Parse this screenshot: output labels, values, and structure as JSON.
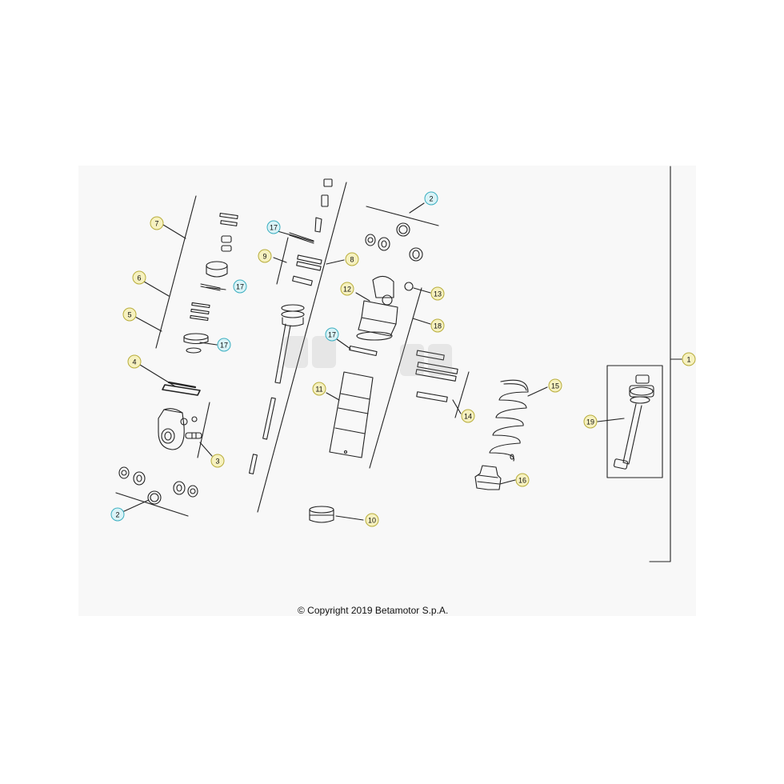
{
  "copyright": "© Copyright 2019 Betamotor S.p.A.",
  "colors": {
    "callout_yellow": "#f6f1bf",
    "callout_yellow_stroke": "#b8ad3a",
    "callout_cyan": "#d9f3f7",
    "callout_cyan_stroke": "#3aaec0",
    "line": "#222222"
  },
  "callouts": [
    {
      "id": "c1",
      "label": "1",
      "style": "yellow"
    },
    {
      "id": "c2a",
      "label": "2",
      "style": "cyan"
    },
    {
      "id": "c2b",
      "label": "2",
      "style": "cyan"
    },
    {
      "id": "c3",
      "label": "3",
      "style": "yellow"
    },
    {
      "id": "c4",
      "label": "4",
      "style": "yellow"
    },
    {
      "id": "c5",
      "label": "5",
      "style": "yellow"
    },
    {
      "id": "c6",
      "label": "6",
      "style": "yellow"
    },
    {
      "id": "c7",
      "label": "7",
      "style": "yellow"
    },
    {
      "id": "c8",
      "label": "8",
      "style": "yellow"
    },
    {
      "id": "c9",
      "label": "9",
      "style": "yellow"
    },
    {
      "id": "c10",
      "label": "10",
      "style": "yellow"
    },
    {
      "id": "c11",
      "label": "11",
      "style": "yellow"
    },
    {
      "id": "c12",
      "label": "12",
      "style": "yellow"
    },
    {
      "id": "c13",
      "label": "13",
      "style": "yellow"
    },
    {
      "id": "c14",
      "label": "14",
      "style": "yellow"
    },
    {
      "id": "c15",
      "label": "15",
      "style": "yellow"
    },
    {
      "id": "c16",
      "label": "16",
      "style": "yellow"
    },
    {
      "id": "c17a",
      "label": "17",
      "style": "cyan"
    },
    {
      "id": "c17b",
      "label": "17",
      "style": "cyan"
    },
    {
      "id": "c17c",
      "label": "17",
      "style": "cyan"
    },
    {
      "id": "c17d",
      "label": "17",
      "style": "cyan"
    },
    {
      "id": "c18",
      "label": "18",
      "style": "yellow"
    },
    {
      "id": "c19",
      "label": "19",
      "style": "yellow"
    }
  ]
}
